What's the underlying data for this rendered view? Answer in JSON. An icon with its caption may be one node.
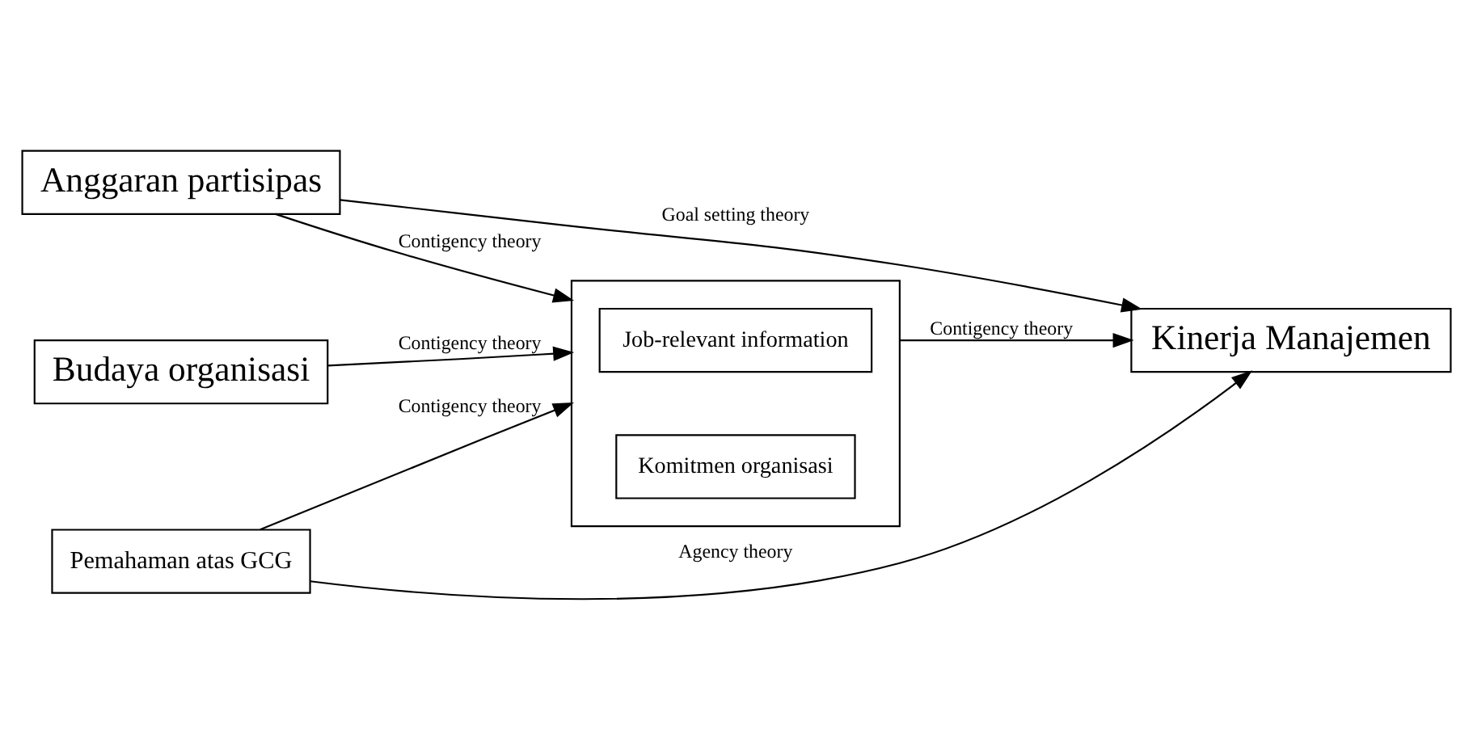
{
  "diagram": {
    "nodes": [
      {
        "text": [
          "Anggaran partisipas"
        ]
      },
      {
        "text": [
          "Budaya organisasi"
        ]
      },
      {
        "text": [
          "Pemahaman atas GCG"
        ]
      },
      {
        "text": [],
        "shape": "box"
      },
      {
        "text": [
          "Job-relevant information"
        ],
        "in": 3
      },
      {
        "text": [
          "Komitmen organisasi"
        ],
        "in": 3
      },
      {
        "text": [
          "Kinerja Manajemen"
        ]
      }
    ],
    "edges": [
      {
        "from": 0,
        "to": 6,
        "arrow": "to",
        "label": "Goal setting theory"
      },
      {
        "from": 0,
        "to": 3,
        "arrow": "to",
        "label": "Contigency theory"
      },
      {
        "from": 1,
        "to": 3,
        "arrow": "to",
        "label": "Contigency theory"
      },
      {
        "from": 2,
        "to": 3,
        "arrow": "to",
        "label": "Contigency theory"
      },
      {
        "from": 3,
        "to": 6,
        "arrow": "to",
        "label": "Contigency theory"
      },
      {
        "from": 2,
        "to": 6,
        "arrow": "to",
        "label": "Agency theory"
      }
    ]
  }
}
